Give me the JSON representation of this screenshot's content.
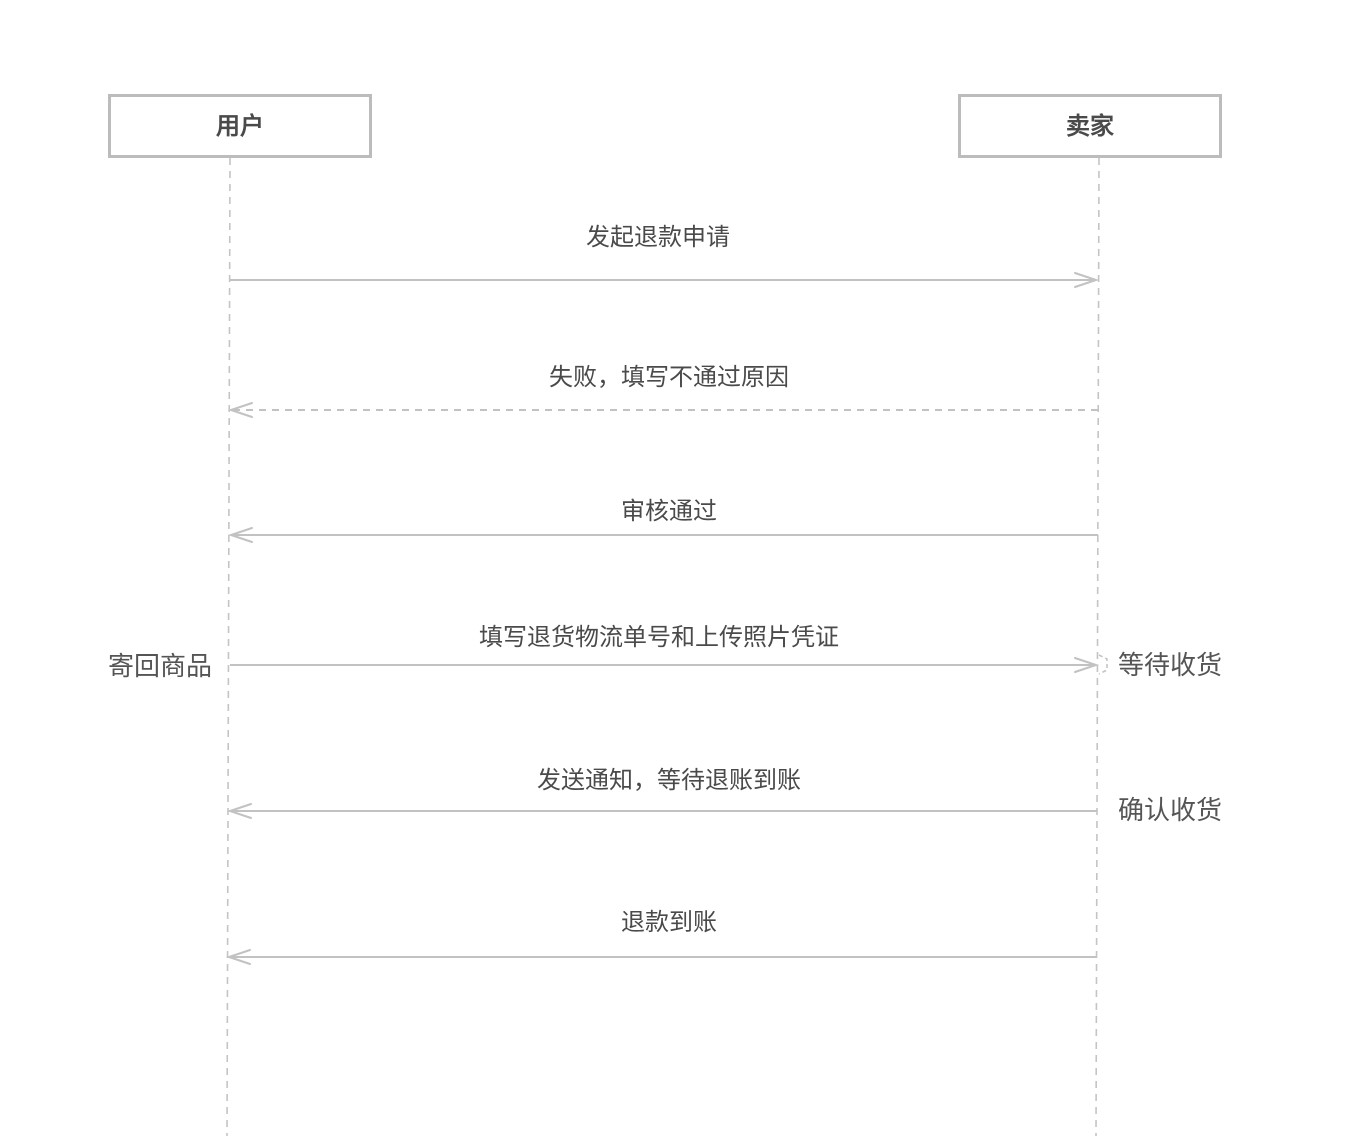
{
  "lifelines": {
    "user": {
      "label": "用户"
    },
    "seller": {
      "label": "卖家"
    }
  },
  "messages": [
    {
      "label": "发起退款申请",
      "from": "user",
      "to": "seller",
      "style": "solid"
    },
    {
      "label": "失败，填写不通过原因",
      "from": "seller",
      "to": "user",
      "style": "dashed"
    },
    {
      "label": "审核通过",
      "from": "seller",
      "to": "user",
      "style": "solid"
    },
    {
      "label": "填写退货物流单号和上传照片凭证",
      "from": "user",
      "to": "seller",
      "style": "solid"
    },
    {
      "label": "发送通知，等待退账到账",
      "from": "seller",
      "to": "user",
      "style": "solid"
    },
    {
      "label": "退款到账",
      "from": "seller",
      "to": "user",
      "style": "solid"
    }
  ],
  "notes": {
    "user_note": "寄回商品",
    "seller_note_1": "等待收货",
    "seller_note_2": "确认收货"
  }
}
